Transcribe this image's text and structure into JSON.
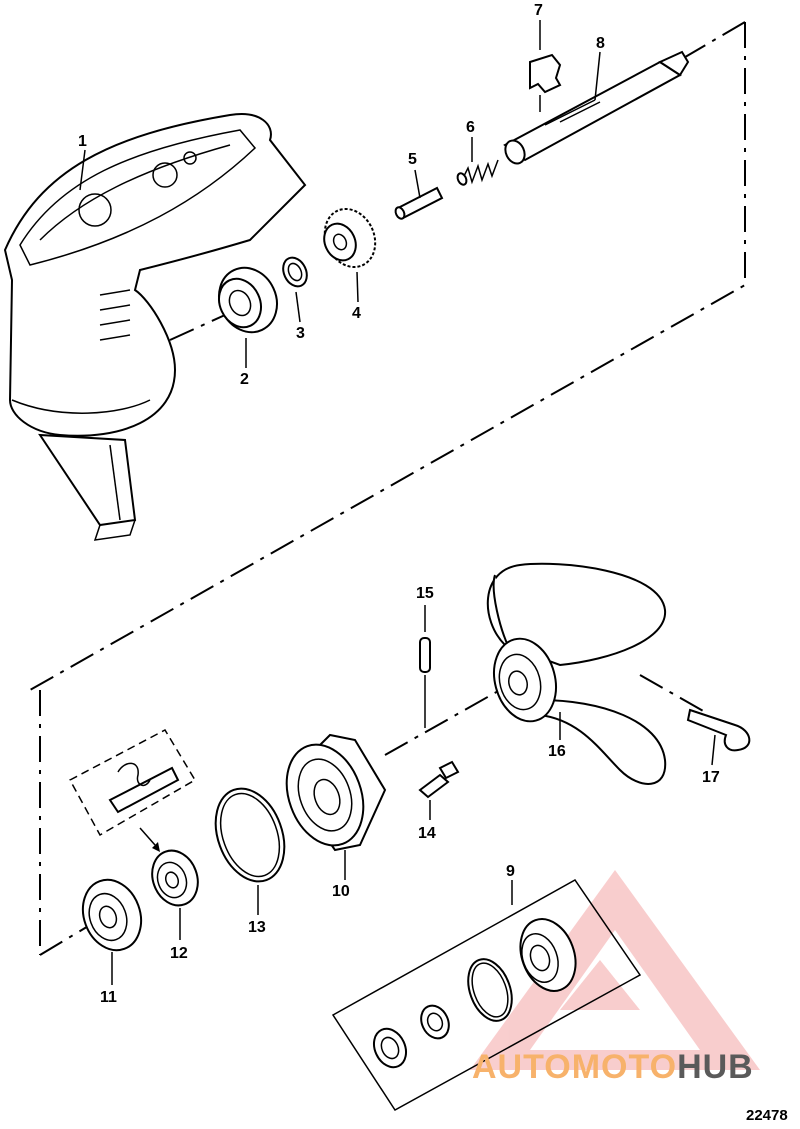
{
  "callouts": [
    "1",
    "2",
    "3",
    "4",
    "5",
    "6",
    "7",
    "8",
    "9",
    "10",
    "11",
    "12",
    "13",
    "14",
    "15",
    "16",
    "17"
  ],
  "figure_number": "22478",
  "watermark": {
    "part1": "AUTOMOTO",
    "part2": "HUB",
    "accent_color": "#f39a45",
    "dark_color": "#555555",
    "triangle_color": "#f4a5a5"
  },
  "icons": {
    "gearcase": "gearcase-housing-icon",
    "propeller": "propeller-icon",
    "bearing": "ball-bearing-icon"
  }
}
